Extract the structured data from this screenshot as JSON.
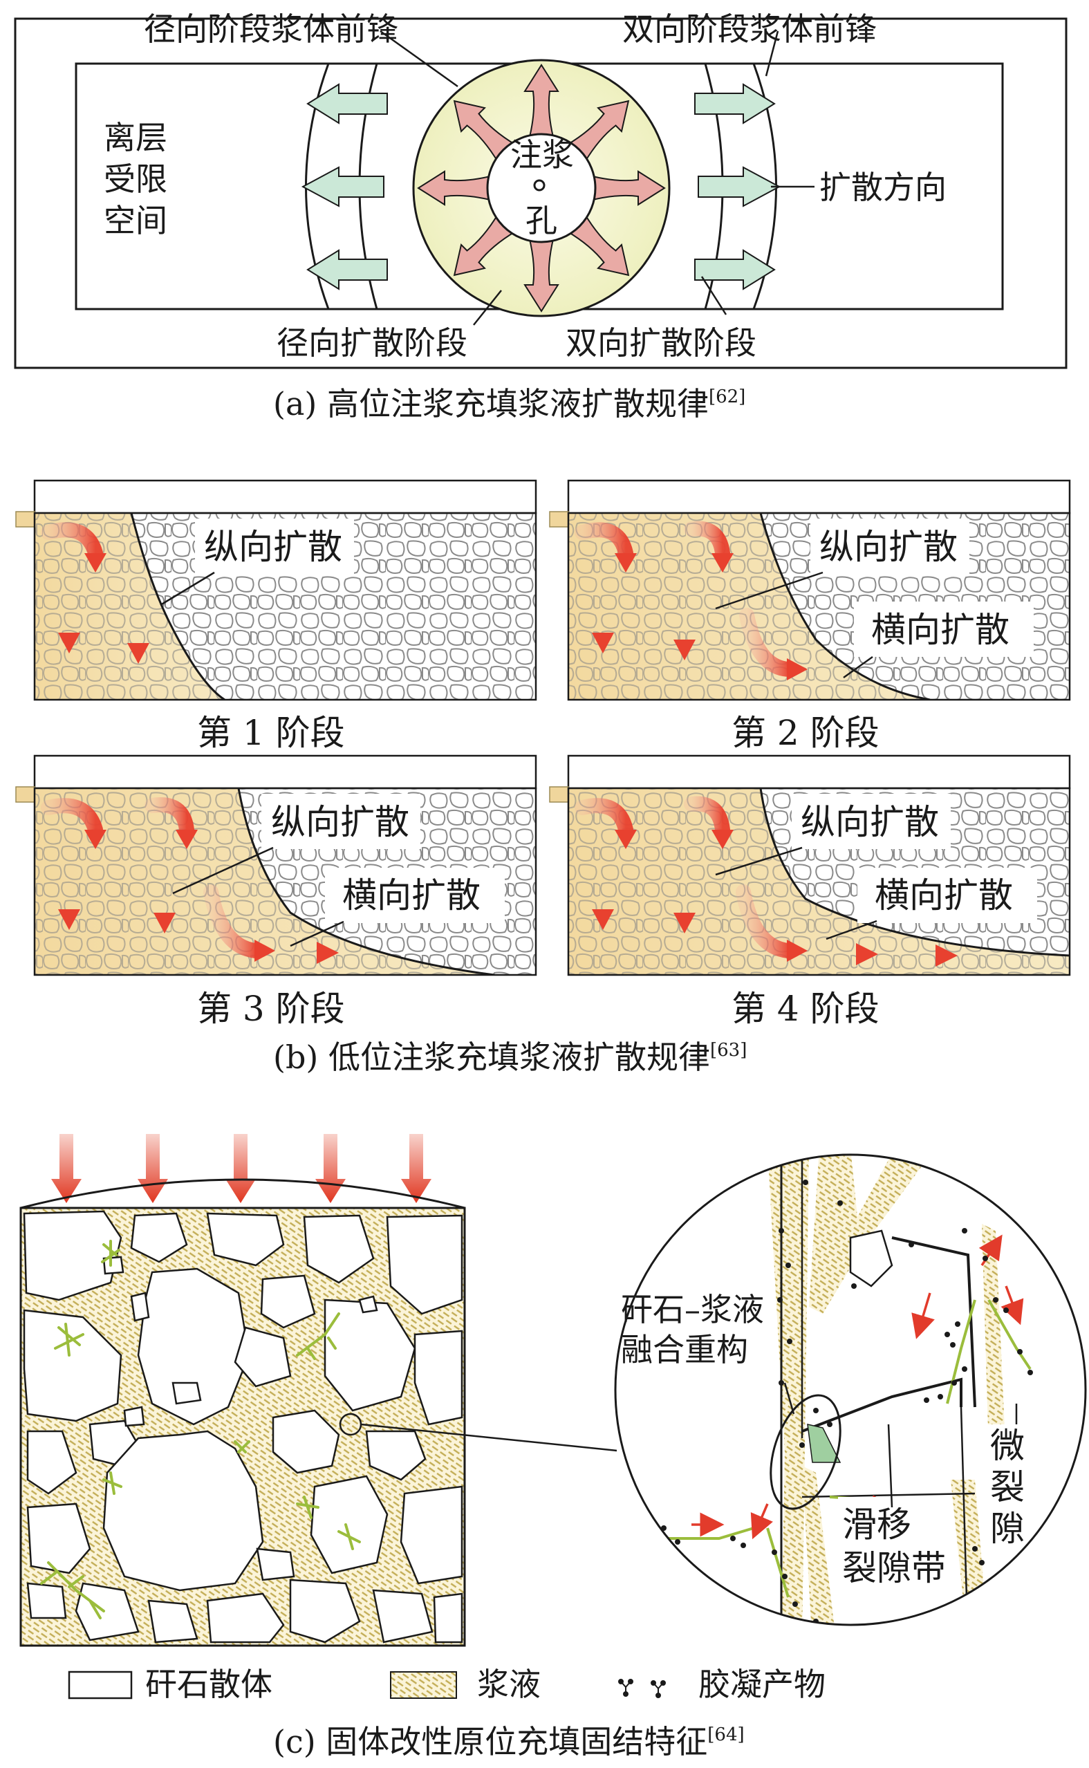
{
  "panel_a": {
    "top_left_label": "径向阶段浆体前锋",
    "top_right_label": "双向阶段浆体前锋",
    "side_label_lines": [
      "离层",
      "受限",
      "空间"
    ],
    "center_label_line1": "注浆",
    "center_label_line2": "孔",
    "direction_label": "扩散方向",
    "bottom_left_label": "径向扩散阶段",
    "bottom_right_label": "双向扩散阶段",
    "caption": "(a) 高位注浆充填浆液扩散规律",
    "caption_ref": "[62]",
    "colors": {
      "radial_fill": "#f3f1c6",
      "radial_arrows": "#e6a9a4",
      "side_arrows": "#c9e6d6"
    }
  },
  "panel_b": {
    "stages": [
      {
        "label": "第 1 阶段",
        "notes": [
          "纵向扩散"
        ]
      },
      {
        "label": "第 2 阶段",
        "notes": [
          "纵向扩散",
          "横向扩散"
        ]
      },
      {
        "label": "第 3 阶段",
        "notes": [
          "纵向扩散",
          "横向扩散"
        ]
      },
      {
        "label": "第 4 阶段",
        "notes": [
          "纵向扩散",
          "横向扩散"
        ]
      }
    ],
    "caption": "(b) 低位注浆充填浆液扩散规律",
    "caption_ref": "[63]",
    "colors": {
      "grout_zone": "#f1d9a0",
      "flow_arrows": "#ea4a3c"
    }
  },
  "panel_c": {
    "callout_line1": "矸石–浆液",
    "callout_line2": "融合重构",
    "micro_fracture": [
      "微",
      "裂",
      "隙"
    ],
    "slip_zone_line1": "滑移",
    "slip_zone_line2": "裂隙带",
    "legend": [
      {
        "icon": "rock-swatch",
        "label": "矸石散体"
      },
      {
        "icon": "grout-swatch",
        "label": "浆液"
      },
      {
        "icon": "cement-product-icon",
        "label": "胶凝产物"
      }
    ],
    "caption": "(c) 固体改性原位充填固结特征",
    "caption_ref": "[64]",
    "colors": {
      "grout_hatch": "#c9b45a",
      "crack_green": "#9bbd3c",
      "load_arrow": "#e23b2b"
    }
  }
}
